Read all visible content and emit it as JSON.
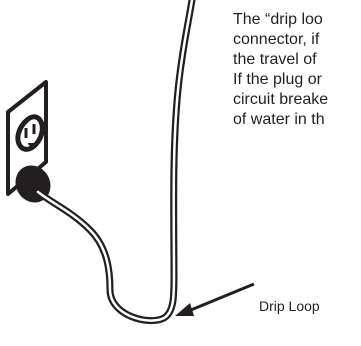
{
  "text_block": {
    "lines": [
      "The “drip loo",
      "connector, if",
      "the travel of",
      "If the plug or",
      "circuit breake",
      "of water in th"
    ]
  },
  "callout": {
    "label": "Drip Loop"
  },
  "colors": {
    "ink": "#231f20",
    "paper": "#ffffff"
  }
}
